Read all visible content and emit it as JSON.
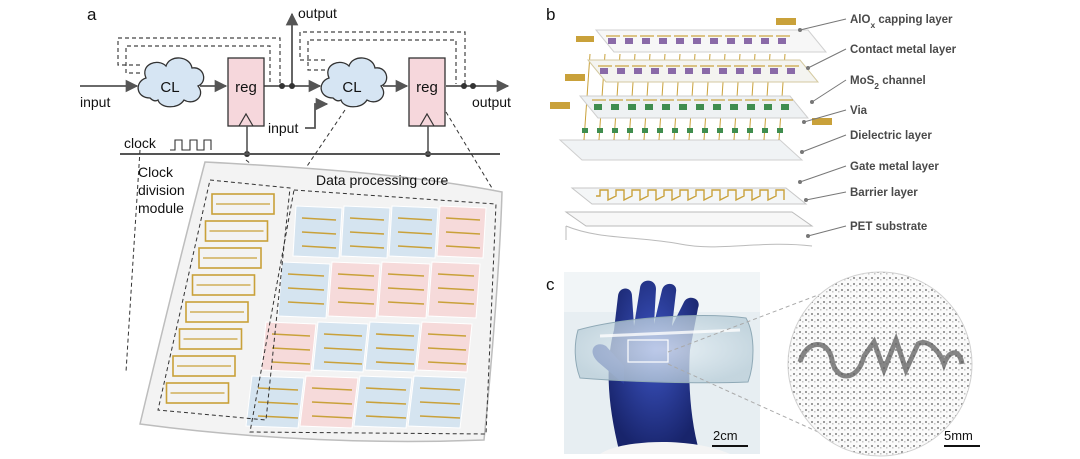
{
  "panels": {
    "a": "a",
    "b": "b",
    "c": "c"
  },
  "schematic": {
    "cl1": "CL",
    "cl2": "CL",
    "reg1": "reg",
    "reg2": "reg",
    "input_left": "input",
    "input_mid": "input",
    "output_top": "output",
    "output_right": "output",
    "clock": "clock"
  },
  "chip": {
    "clock_division": [
      "Clock",
      "division",
      "module"
    ],
    "data_core": "Data processing core"
  },
  "layers": [
    {
      "name": "AlO",
      "sub": "x",
      "rest": " capping layer"
    },
    {
      "name": "Contact metal layer",
      "sub": "",
      "rest": ""
    },
    {
      "name": "MoS",
      "sub": "2",
      "rest": " channel"
    },
    {
      "name": "Via",
      "sub": "",
      "rest": ""
    },
    {
      "name": "Dielectric layer",
      "sub": "",
      "rest": ""
    },
    {
      "name": "Gate metal layer",
      "sub": "",
      "rest": ""
    },
    {
      "name": "Barrier layer",
      "sub": "",
      "rest": ""
    },
    {
      "name": "PET substrate",
      "sub": "",
      "rest": ""
    }
  ],
  "photo": {
    "scale_left": "2cm",
    "scale_right": "5mm"
  },
  "colors": {
    "reg_fill": "#f6d7dc",
    "cl_fill": "#d6e5f3",
    "gold": "#c9a13a",
    "blue_block": "#cfe0ef",
    "pink_block": "#f6d5d5",
    "glove": "#23378f"
  }
}
